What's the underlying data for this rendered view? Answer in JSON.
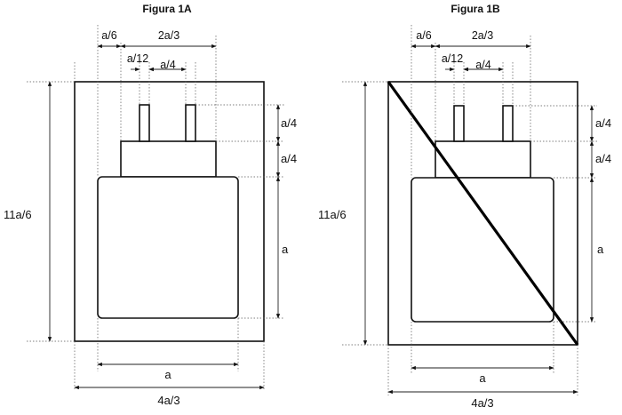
{
  "figures": [
    {
      "title": "Figura 1A",
      "diagonal": false,
      "labels": {
        "top_a6": "a/6",
        "top_2a3": "2a/3",
        "top_a12": "a/12",
        "top_a4": "a/4",
        "right_a4_upper": "a/4",
        "right_a4_lower": "a/4",
        "right_a": "a",
        "left_11a6": "11a/6",
        "bottom_a": "a",
        "bottom_4a3": "4a/3"
      }
    },
    {
      "title": "Figura 1B",
      "diagonal": true,
      "labels": {
        "top_a6": "a/6",
        "top_2a3": "2a/3",
        "top_a12": "a/12",
        "top_a4": "a/4",
        "right_a4_upper": "a/4",
        "right_a4_lower": "a/4",
        "right_a": "a",
        "left_11a6": "11a/6",
        "bottom_a": "a",
        "bottom_4a3": "4a/3"
      }
    }
  ]
}
